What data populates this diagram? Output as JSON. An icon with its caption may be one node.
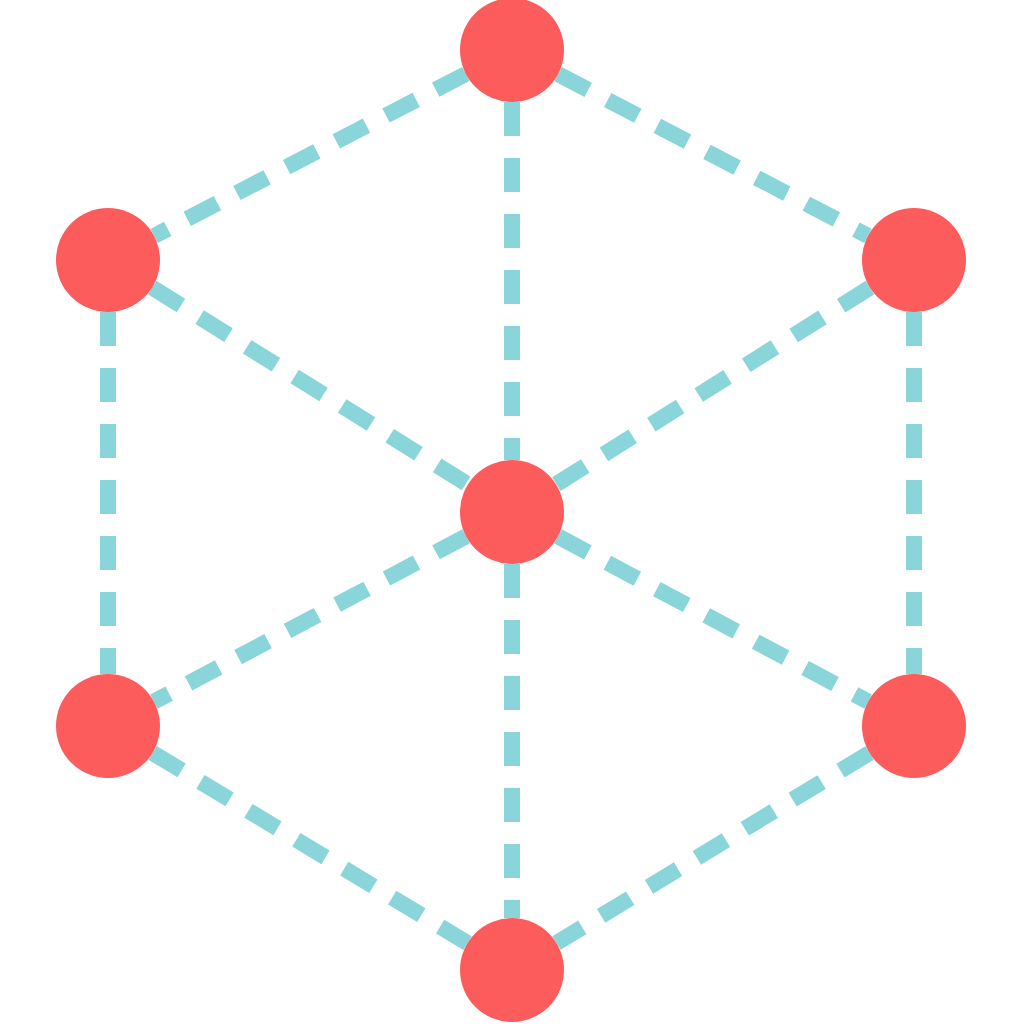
{
  "diagram": {
    "nodes": [
      {
        "text": [],
        "shape": "circle"
      },
      {
        "text": [],
        "shape": "circle"
      },
      {
        "text": [],
        "shape": "circle"
      },
      {
        "text": [],
        "shape": "circle"
      },
      {
        "text": [],
        "shape": "circle"
      },
      {
        "text": [],
        "shape": "circle"
      },
      {
        "text": [],
        "shape": "circle"
      }
    ],
    "edges": [
      {
        "from": 0,
        "to": 1,
        "arrow": "none",
        "style": "dashed"
      },
      {
        "from": 0,
        "to": 2,
        "arrow": "none",
        "style": "dashed"
      },
      {
        "from": 0,
        "to": 3,
        "arrow": "none",
        "style": "dashed"
      },
      {
        "from": 1,
        "to": 3,
        "arrow": "none",
        "style": "dashed"
      },
      {
        "from": 2,
        "to": 3,
        "arrow": "none",
        "style": "dashed"
      },
      {
        "from": 1,
        "to": 4,
        "arrow": "none",
        "style": "dashed"
      },
      {
        "from": 2,
        "to": 5,
        "arrow": "none",
        "style": "dashed"
      },
      {
        "from": 3,
        "to": 4,
        "arrow": "none",
        "style": "dashed"
      },
      {
        "from": 3,
        "to": 5,
        "arrow": "none",
        "style": "dashed"
      },
      {
        "from": 3,
        "to": 6,
        "arrow": "none",
        "style": "dashed"
      },
      {
        "from": 4,
        "to": 6,
        "arrow": "none",
        "style": "dashed"
      },
      {
        "from": 5,
        "to": 6,
        "arrow": "none",
        "style": "dashed"
      }
    ]
  }
}
